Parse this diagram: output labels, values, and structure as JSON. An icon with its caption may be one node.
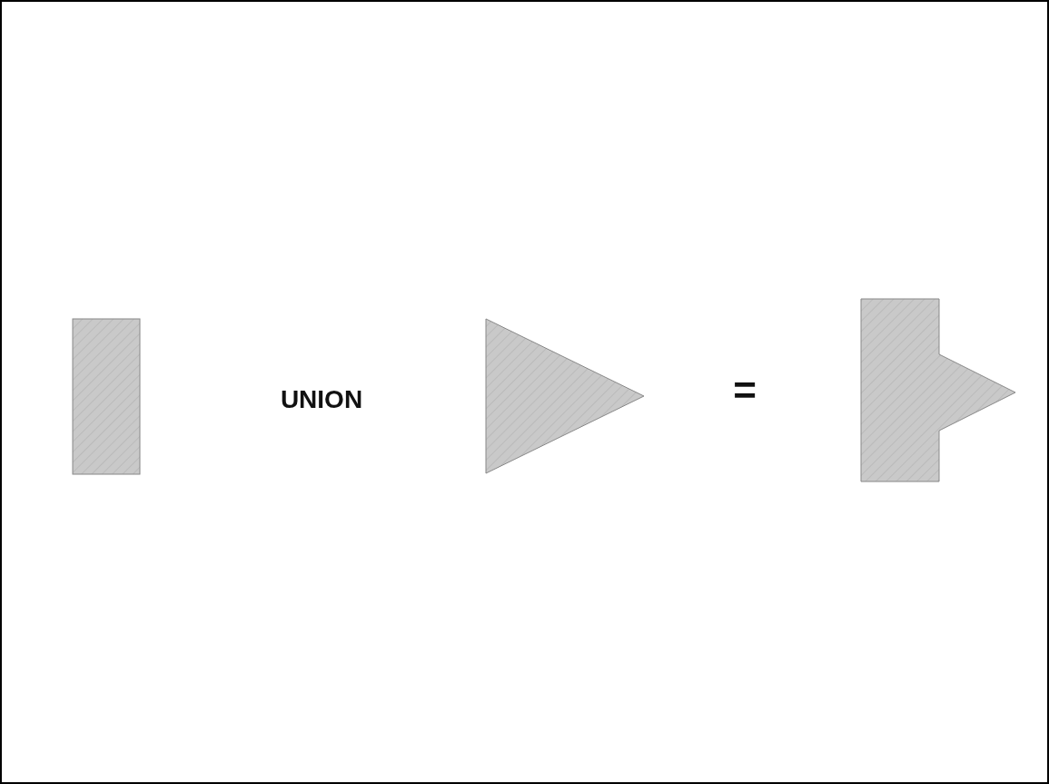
{
  "diagram": {
    "nodes": [
      {
        "text": [],
        "shape": "box"
      },
      {
        "text": [],
        "shape": "triangle"
      },
      {
        "text": [],
        "shape": "polygon"
      }
    ],
    "labels": [
      "UNION",
      "="
    ]
  }
}
